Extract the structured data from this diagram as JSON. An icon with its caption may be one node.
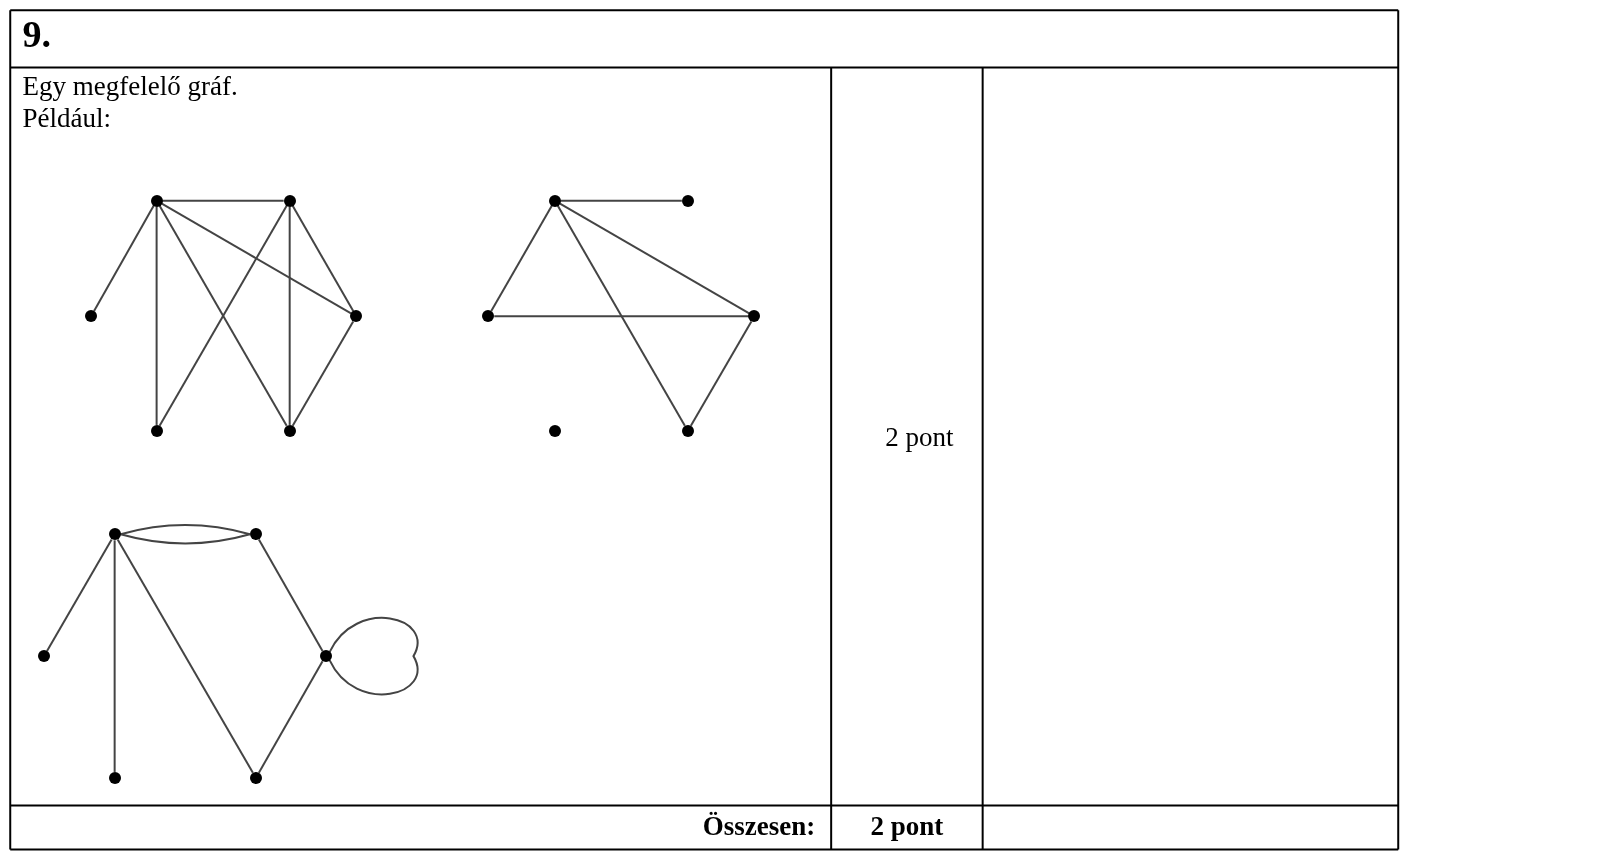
{
  "diagram": {
    "nodes": [
      {
        "text": [],
        "shape": "circle"
      },
      {
        "text": [],
        "shape": "circle"
      },
      {
        "text": [],
        "shape": "circle"
      },
      {
        "text": [],
        "shape": "circle"
      },
      {
        "text": [],
        "shape": "circle"
      },
      {
        "text": [],
        "shape": "circle"
      },
      {
        "text": [],
        "shape": "circle"
      },
      {
        "text": [],
        "shape": "circle"
      },
      {
        "text": [],
        "shape": "circle"
      },
      {
        "text": [],
        "shape": "circle"
      },
      {
        "text": [],
        "shape": "circle"
      },
      {
        "text": [],
        "shape": "circle"
      },
      {
        "text": [],
        "shape": "circle"
      },
      {
        "text": [],
        "shape": "circle"
      },
      {
        "text": [],
        "shape": "circle"
      },
      {
        "text": [],
        "shape": "circle"
      },
      {
        "text": [],
        "shape": "circle"
      },
      {
        "text": [],
        "shape": "circle"
      }
    ],
    "edges": [
      {
        "from": 0,
        "to": 1,
        "arrow": "none"
      },
      {
        "from": 0,
        "to": 2,
        "arrow": "none"
      },
      {
        "from": 0,
        "to": 3,
        "arrow": "none"
      },
      {
        "from": 0,
        "to": 4,
        "arrow": "none"
      },
      {
        "from": 0,
        "to": 5,
        "arrow": "none"
      },
      {
        "from": 1,
        "to": 3,
        "arrow": "none"
      },
      {
        "from": 1,
        "to": 4,
        "arrow": "none"
      },
      {
        "from": 1,
        "to": 5,
        "arrow": "none"
      },
      {
        "from": 3,
        "to": 5,
        "arrow": "none"
      },
      {
        "from": 6,
        "to": 7,
        "arrow": "none"
      },
      {
        "from": 6,
        "to": 8,
        "arrow": "none"
      },
      {
        "from": 6,
        "to": 9,
        "arrow": "none"
      },
      {
        "from": 6,
        "to": 11,
        "arrow": "none"
      },
      {
        "from": 8,
        "to": 9,
        "arrow": "none"
      },
      {
        "from": 9,
        "to": 11,
        "arrow": "none"
      },
      {
        "from": 12,
        "to": 13,
        "arrow": "none"
      },
      {
        "from": 12,
        "to": 13,
        "arrow": "none"
      },
      {
        "from": 12,
        "to": 14,
        "arrow": "none"
      },
      {
        "from": 12,
        "to": 16,
        "arrow": "none"
      },
      {
        "from": 12,
        "to": 17,
        "arrow": "none"
      },
      {
        "from": 13,
        "to": 15,
        "arrow": "none"
      },
      {
        "from": 15,
        "to": 17,
        "arrow": "none"
      },
      {
        "from": 15,
        "to": 15,
        "arrow": "none"
      }
    ],
    "labels": [
      "9.",
      "Egy megfelelő gráf.",
      "Például:",
      "2 pont",
      "Összesen:",
      "2 pont"
    ]
  }
}
